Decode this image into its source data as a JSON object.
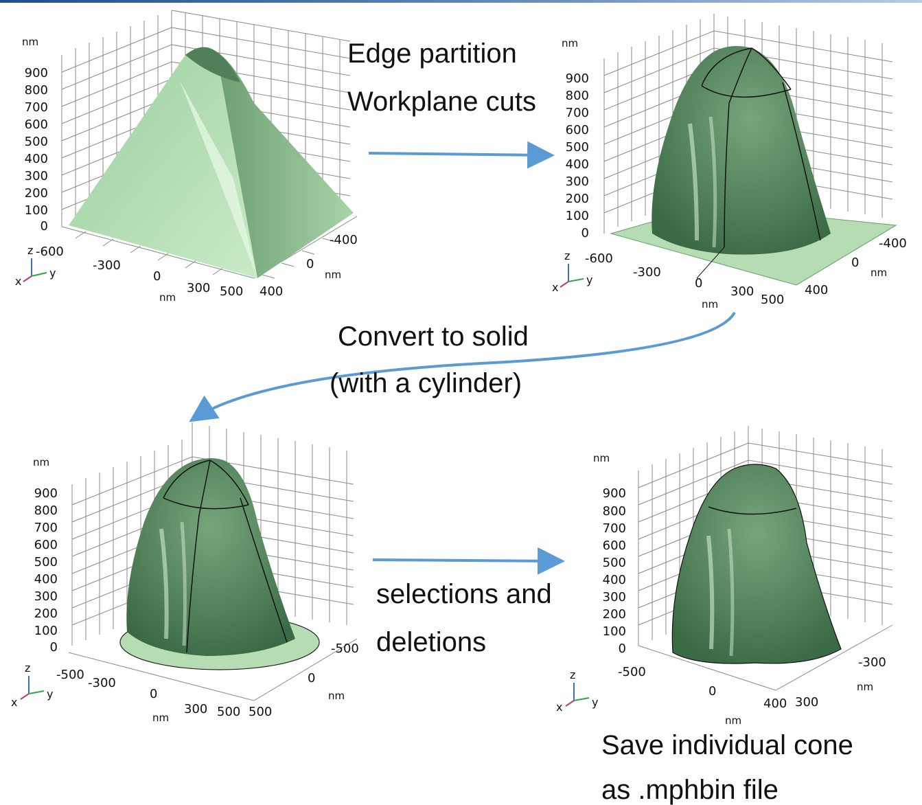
{
  "annotations": {
    "step1_line1": "Edge partition",
    "step1_line2": "Workplane cuts",
    "step2_line1": "Convert to solid",
    "step2_line2": "(with a cylinder)",
    "step3_line1": "selections and",
    "step3_line2": "deletions",
    "step4_line1": "Save individual cone",
    "step4_line2": "as .mphbin file"
  },
  "axes": {
    "unit": "nm",
    "z_ticks": [
      "0",
      "100",
      "200",
      "300",
      "400",
      "500",
      "600",
      "700",
      "800",
      "900"
    ],
    "triad": {
      "x": "x",
      "y": "y",
      "z": "z"
    }
  },
  "panels": {
    "p1": {
      "x_ticks": [
        "-600",
        "-300",
        "0",
        "300",
        "500"
      ],
      "y_ticks": [
        "-400",
        "0",
        "400"
      ]
    },
    "p2": {
      "x_ticks": [
        "-600",
        "-300",
        "0",
        "300",
        "500"
      ],
      "y_ticks": [
        "-400",
        "0",
        "400"
      ]
    },
    "p3": {
      "x_ticks": [
        "-500",
        "-300",
        "0",
        "300",
        "500"
      ],
      "y_ticks": [
        "-500",
        "0",
        "500"
      ]
    },
    "p4": {
      "x_ticks": [
        "-500",
        "0",
        "300"
      ],
      "y_ticks": [
        "-300",
        "400"
      ]
    }
  },
  "colors": {
    "arrow": "#5b9bd5",
    "surface_light": "#a9d6ab",
    "surface_dark": "#3f6e47",
    "edge": "#111111"
  }
}
